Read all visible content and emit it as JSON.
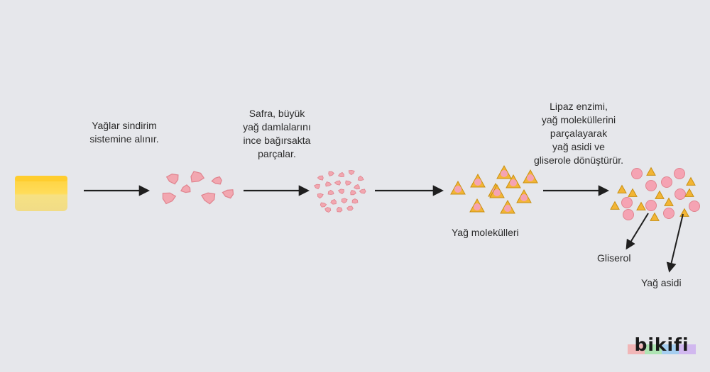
{
  "captions": {
    "step1": "Yağlar sindirim\nsistemine alınır.",
    "step2": "Safra, büyük\nyağ damlalarını\nince bağırsakta\nparçalar.",
    "step4": "Lipaz enzimi,\nyağ moleküllerini\nparçalayarak\nyağ asidi ve\ngliserole dönüştürür."
  },
  "labels": {
    "fat_molecules": "Yağ molekülleri",
    "glycerol": "Gliserol",
    "fatty_acid": "Yağ asidi"
  },
  "brand": {
    "text": "bikifi",
    "bar_colors": [
      "#f4a6a6",
      "#9be3a0",
      "#8fc6f2",
      "#c9a8f0"
    ]
  },
  "colors": {
    "background": "#e6e7eb",
    "fat_block_top": "#ffd84a",
    "fat_block_bottom": "#f5e08a",
    "droplet": "#f2a7b0",
    "droplet_stroke": "#e0848f",
    "triangle": "#f2b535",
    "triangle_stroke": "#c98f12",
    "circle": "#f5a3b3",
    "arrow": "#1f1f1f"
  }
}
